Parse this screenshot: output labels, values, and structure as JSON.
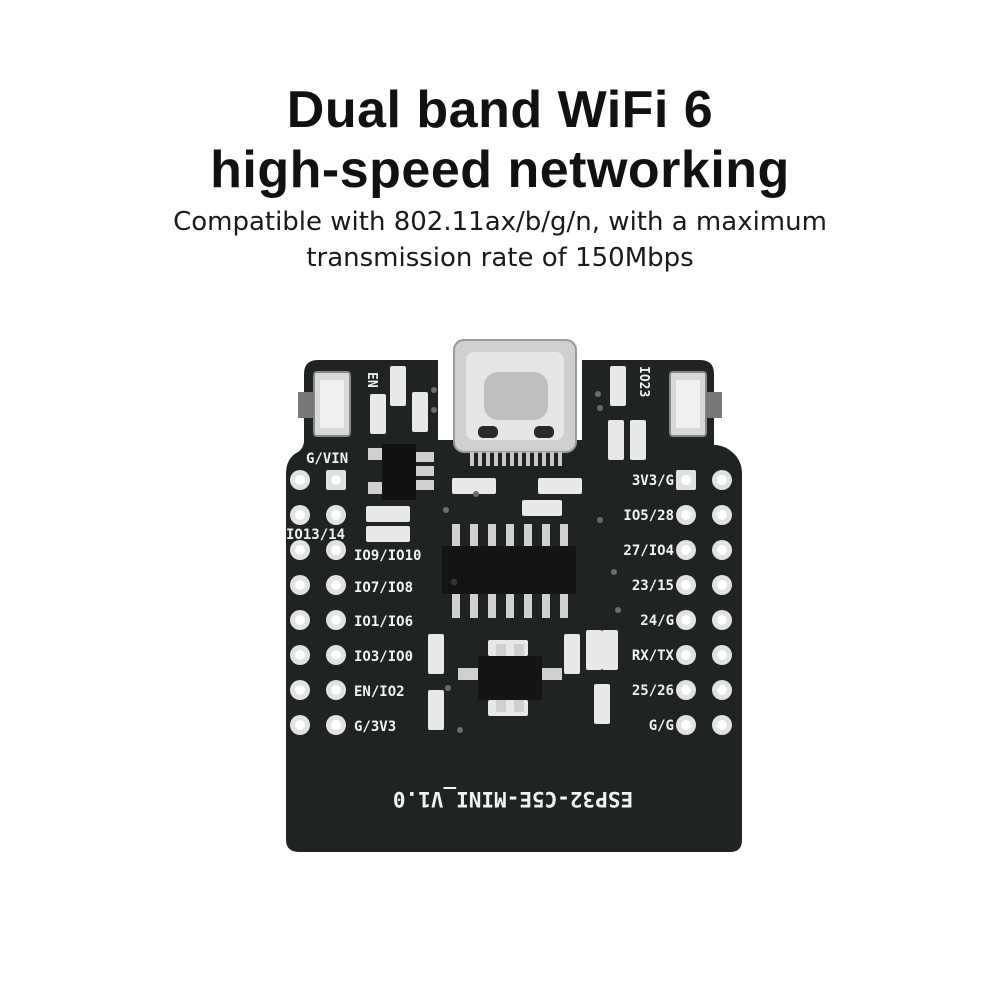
{
  "headline": {
    "line1": "Dual band WiFi 6",
    "line2": "high-speed networking"
  },
  "subtitle": {
    "line1": "Compatible with 802.11ax/b/g/n, with a maximum",
    "line2": "transmission rate of 150Mbps"
  },
  "board": {
    "name": "ESP32-C5E-MINI_V1.0",
    "left_labels": [
      "G/VIN",
      "IO13/14",
      "IO9/IO10",
      "IO7/IO8",
      "IO1/IO6",
      "IO3/IO0",
      "EN/IO2",
      "G/3V3"
    ],
    "right_labels": [
      "3V3/G",
      "IO5/28",
      "27/IO4",
      "23/15",
      "24/G",
      "RX/TX",
      "25/26",
      "G/G"
    ],
    "button_labels": [
      "EN",
      "IO23"
    ],
    "colors": {
      "pcb": "#1f2422",
      "silkscreen": "#f2f2f2",
      "metal": "#d9d9d9"
    }
  }
}
